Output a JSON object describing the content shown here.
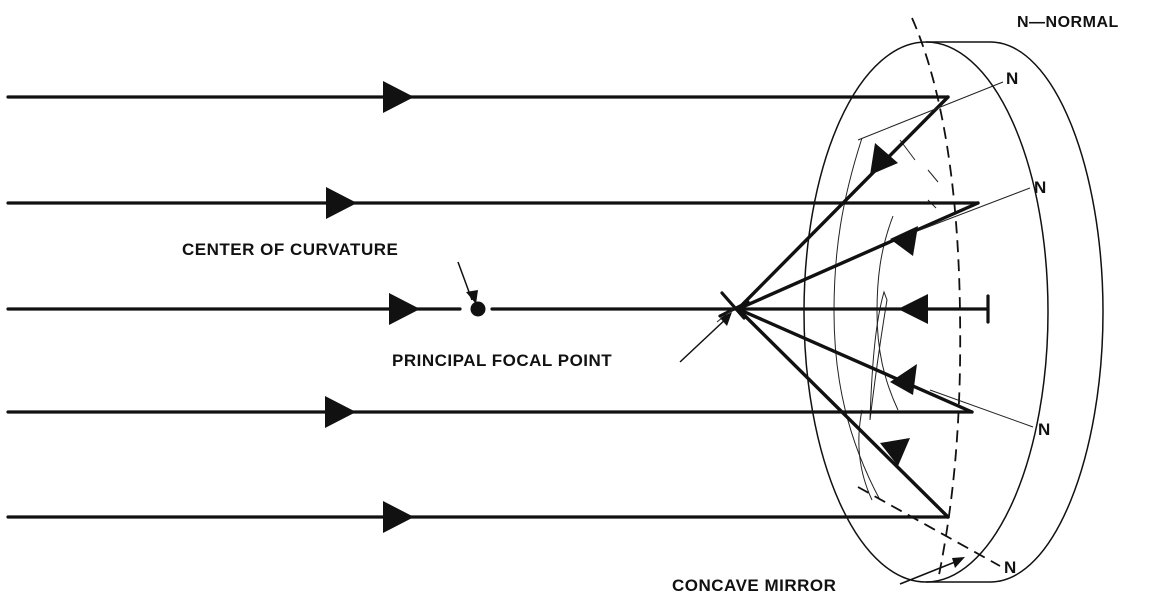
{
  "labels": {
    "legend": "N—NORMAL",
    "center_of_curvature": "CENTER OF CURVATURE",
    "principal_focal_point": "PRINCIPAL FOCAL POINT",
    "concave_mirror": "CONCAVE MIRROR",
    "normal_marker": "N"
  }
}
